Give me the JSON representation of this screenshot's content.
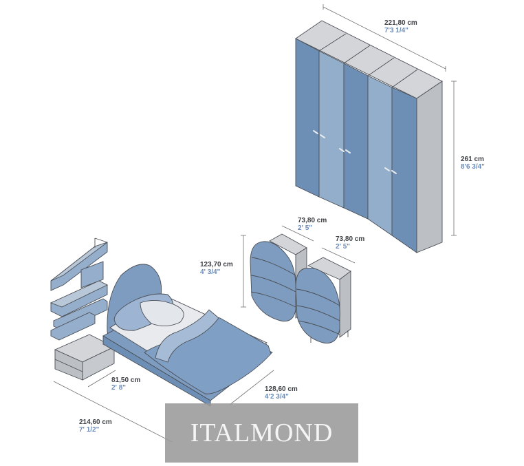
{
  "dimensions": {
    "wardrobe_width": {
      "cm": "221,80 cm",
      "in": "7'3 1/4\""
    },
    "wardrobe_height": {
      "cm": "261 cm",
      "in": "8'6 3/4\""
    },
    "chest1_width": {
      "cm": "73,80 cm",
      "in": "2' 5\""
    },
    "chest2_width": {
      "cm": "73,80 cm",
      "in": "2' 5\""
    },
    "chest_height": {
      "cm": "123,70 cm",
      "in": "4' 3/4\""
    },
    "nightstand_width": {
      "cm": "81,50 cm",
      "in": "2' 8\""
    },
    "bed_width": {
      "cm": "128,60 cm",
      "in": "4'2 3/4\""
    },
    "bed_length": {
      "cm": "214,60 cm",
      "in": "7' 1/2\""
    }
  },
  "watermark": {
    "text": "ITALMOND"
  },
  "colors": {
    "line": "#8c8c8c",
    "panel_dark": "#6f8fb6",
    "panel_light": "#92acc9",
    "carcass": "#b9bcc0",
    "top": "#d4d6d9",
    "sheet": "#e8eaee",
    "accent_text": "#6a8bb8"
  }
}
